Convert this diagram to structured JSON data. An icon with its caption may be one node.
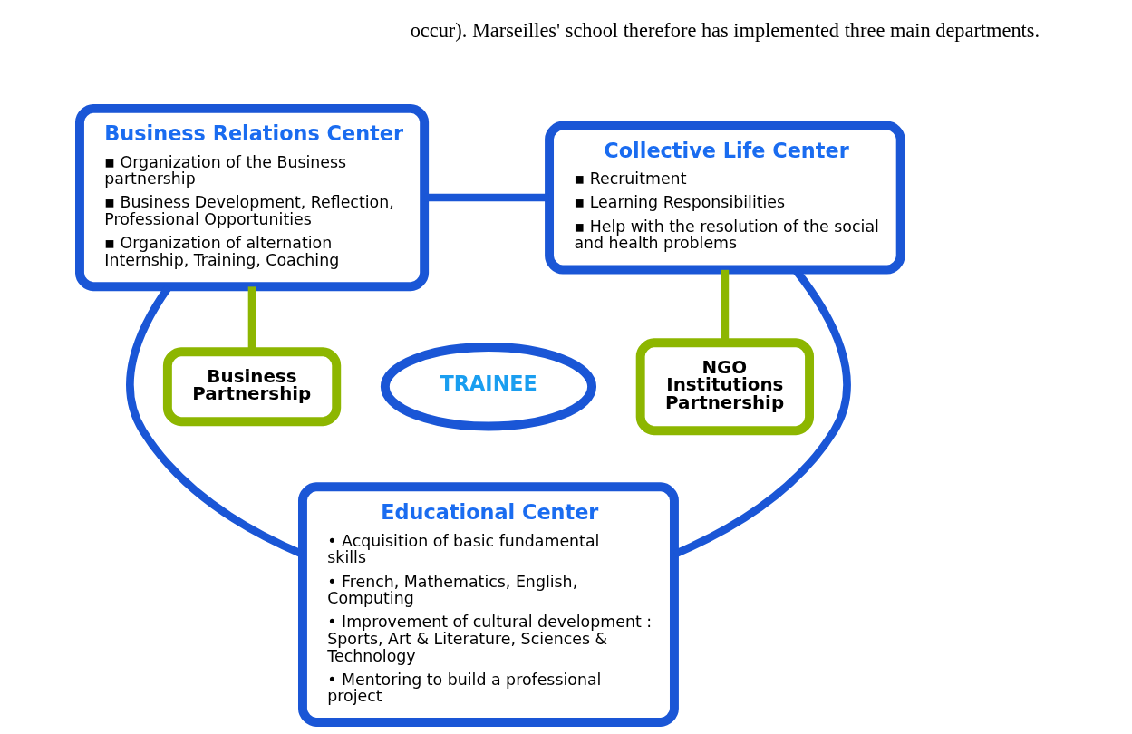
{
  "diagram": {
    "nodes": [
      {
        "text": [
          "Collective Life Center",
          "▪ Recruitment",
          "▪ Learning Responsibilities",
          "▪ Help with the resolution of the social and health problems"
        ]
      },
      {
        "text": [
          "Business Relations Center",
          "▪ Organization of the Business partnership",
          "▪ Business Development, Reflection, Professional Opportunities",
          "▪ Organization of alternation Internship, Training, Coaching"
        ]
      },
      {
        "text": [
          "TRAINEE"
        ]
      },
      {
        "text": [
          "NGO Institutions Partnership"
        ]
      },
      {
        "text": [
          "Educational Center",
          "• Acquisition of basic fundamental skills",
          "• French, Mathematics, English, Computing",
          "• Improvement of cultural development : Sports, Art & Literature, Sciences & Technology",
          "• Mentoring to build a professional project"
        ]
      },
      {
        "text": [
          "Business Partnership"
        ]
      }
    ],
    "edges": [
      {
        "from": 0,
        "to": 1,
        "arrow": "none"
      },
      {
        "from": 0,
        "to": 3,
        "arrow": "none",
        "color": "#8db600"
      },
      {
        "from": 0,
        "to": 4,
        "arrow": "none"
      },
      {
        "from": 1,
        "to": 5,
        "arrow": "none",
        "color": "#8db600"
      },
      {
        "from": 1,
        "to": 4,
        "arrow": "none"
      }
    ],
    "labels": [
      "occur). Marseilles' school therefore has implemented three main departments."
    ]
  }
}
